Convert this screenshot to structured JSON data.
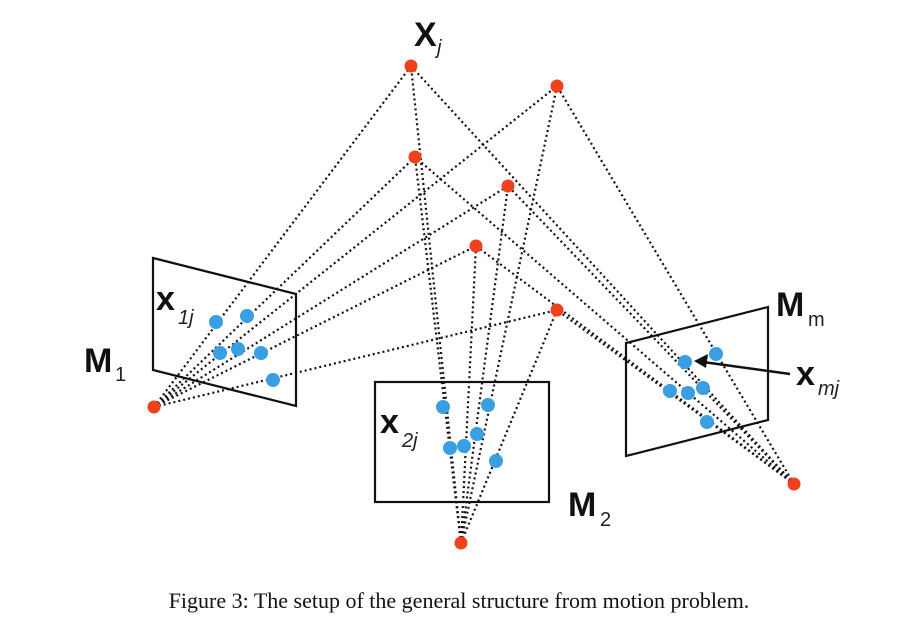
{
  "labels": {
    "point_main": "X",
    "point_main_sub": "j",
    "cam1": "M",
    "cam1_sub": "1",
    "cam2": "M",
    "cam2_sub": "2",
    "camm": "M",
    "camm_sub": "m",
    "proj1": "x",
    "proj1_sub": "1j",
    "proj2": "x",
    "proj2_sub": "2j",
    "projm": "x",
    "projm_sub": "mj"
  },
  "caption": "Figure 3: The setup of the general structure from motion problem.",
  "colors": {
    "world_point": "#f0411c",
    "image_point": "#3a9ee4",
    "line": "#111111"
  }
}
